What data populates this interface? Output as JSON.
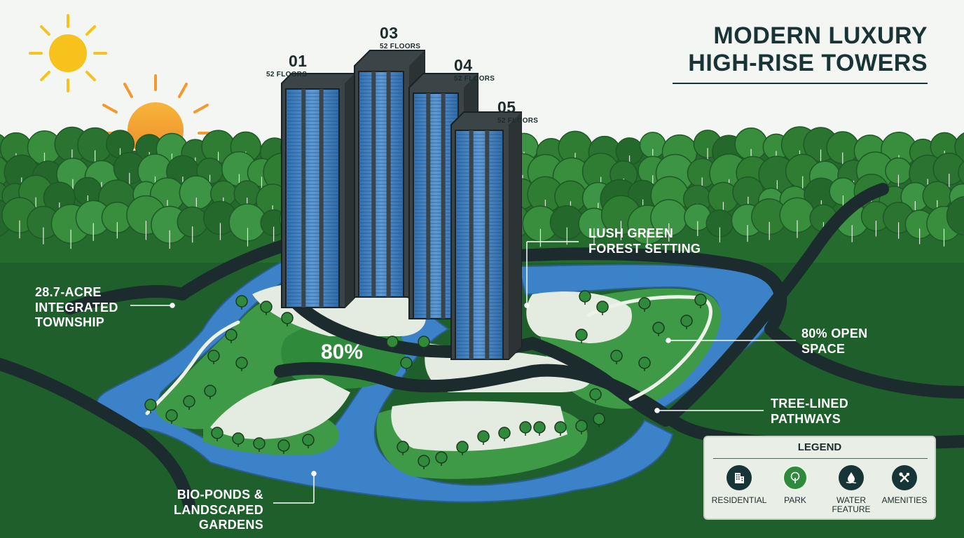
{
  "title": {
    "line1": "MODERN LUXURY",
    "line2": "HIGH-RISE TOWERS"
  },
  "towers": [
    {
      "number": "01",
      "floors": "52 FLOORS"
    },
    {
      "number": "03",
      "floors": "52 FLOORS"
    },
    {
      "number": "04",
      "floors": "52 FLOORS"
    },
    {
      "number": "05",
      "floors": "52 FLOORS"
    }
  ],
  "callouts": {
    "township": {
      "line1": "28.7-ACRE",
      "line2": "INTEGRATED",
      "line3": "TOWNSHIP"
    },
    "forest": {
      "line1": "LUSH GREEN",
      "line2": "FOREST SETTING"
    },
    "open_space": {
      "line1": "80% OPEN",
      "line2": "SPACE"
    },
    "pathways": {
      "line1": "TREE-LINED",
      "line2": "PATHWAYS"
    },
    "ponds": {
      "line1": "BIO-PONDS &",
      "line2": "LANDSCAPED GARDENS"
    },
    "center_percent": "80%"
  },
  "legend": {
    "title": "LEGEND",
    "items": [
      {
        "label": "RESIDENTIAL",
        "icon": "building-icon",
        "color": "#173436"
      },
      {
        "label": "PARK",
        "icon": "tree-icon",
        "color": "#2f8a3b"
      },
      {
        "label_line1": "WATER",
        "label_line2": "FEATURE",
        "icon": "water-drop-icon",
        "color": "#173436"
      },
      {
        "label": "AMENITIES",
        "icon": "tools-icon",
        "color": "#173436"
      }
    ]
  },
  "colors": {
    "background": "#f4f6f3",
    "forest": "#2e7d32",
    "ground": "#1f5f2c",
    "water": "#3b82c8",
    "road": "#1c2b2d",
    "glass": "#4a86c5",
    "sun": "#f6c21b",
    "sunset": "#f29a2e"
  }
}
